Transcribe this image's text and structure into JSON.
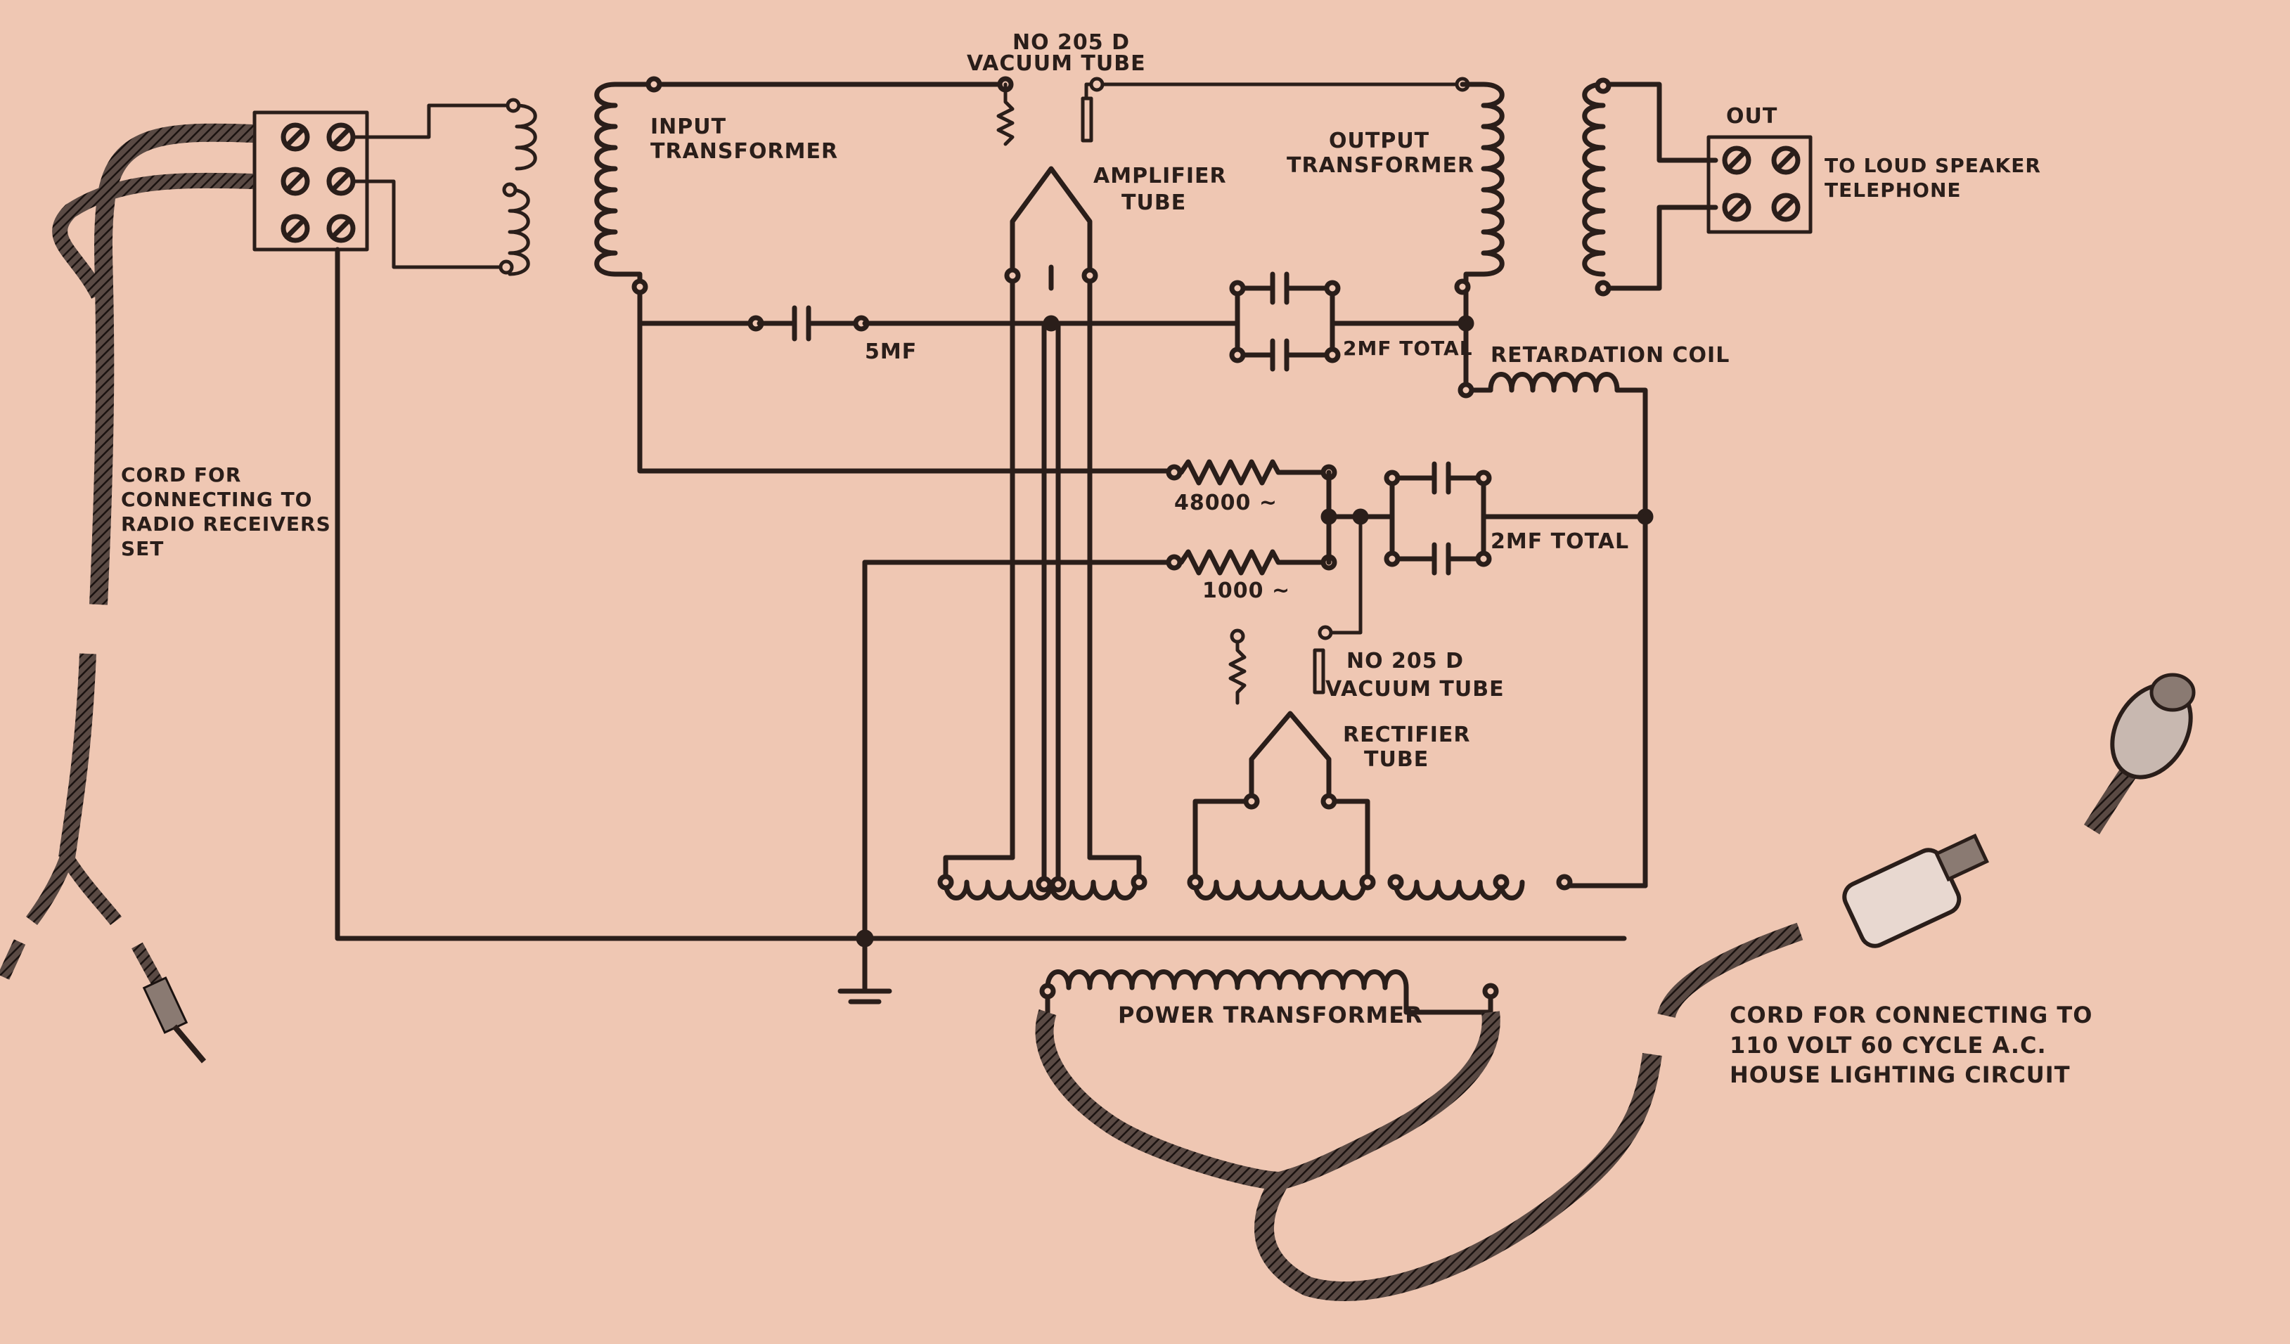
{
  "labels": {
    "tube_top_line1": "NO 205 D",
    "tube_top_line2": "VACUUM TUBE",
    "input_transformer_line1": "INPUT",
    "input_transformer_line2": "TRANSFORMER",
    "output_transformer_line1": "OUTPUT",
    "output_transformer_line2": "TRANSFORMER",
    "amplifier_tube_line1": "AMPLIFIER",
    "amplifier_tube_line2": "TUBE",
    "out": "OUT",
    "loud_speaker_line1": "TO LOUD SPEAKER",
    "loud_speaker_line2": "TELEPHONE",
    "cap_5mf": "5MF",
    "cap_2mf_total_a": "2MF TOTAL",
    "retardation_coil": "RETARDATION COIL",
    "res_48000": "48000 ~",
    "res_1000": "1000 ~",
    "cap_2mf_total_b": "2MF TOTAL",
    "tube_bottom_line1": "NO 205 D",
    "tube_bottom_line2": "VACUUM TUBE",
    "rectifier_tube_line1": "RECTIFIER",
    "rectifier_tube_line2": "TUBE",
    "cord_receiver_line1": "CORD FOR",
    "cord_receiver_line2": "CONNECTING TO",
    "cord_receiver_line3": "RADIO RECEIVERS",
    "cord_receiver_line4": "SET",
    "power_transformer": "POWER TRANSFORMER",
    "cord_ac_line1": "CORD FOR CONNECTING TO",
    "cord_ac_line2": "110 VOLT 60 CYCLE A.C.",
    "cord_ac_line3": "HOUSE LIGHTING CIRCUIT"
  },
  "colors": {
    "paper": "#efc7b3",
    "ink": "#2a1e1a"
  }
}
